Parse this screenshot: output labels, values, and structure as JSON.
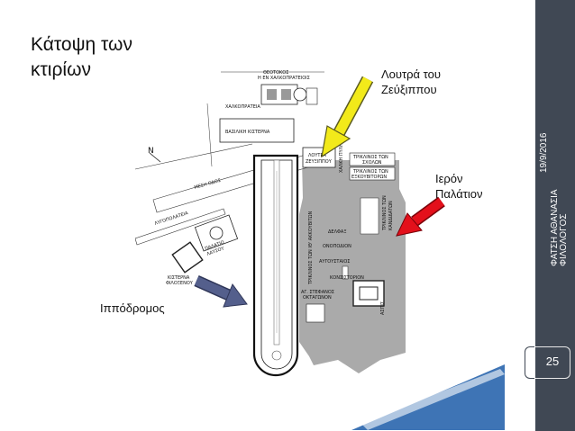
{
  "title_line1": "Κάτοψη των",
  "title_line2": "κτιρίων",
  "labels": {
    "baths_line1": "Λουτρά του",
    "baths_line2": "Ζεύξιππου",
    "palace_line1": "Ιερόν",
    "palace_line2": "Παλάτιον",
    "hippodrome": "Ιππόδρομος"
  },
  "sidebar": {
    "date": "19/9/2016",
    "author_line1": "ΦΑΤΣΗ ΑΘΑΝΑΣΙΑ",
    "author_line2": "ΦΙΛΟΛΟΓΟΣ",
    "page_number": "25"
  },
  "map_labels": {
    "theotokos_1": "ΘΕΟΤΟΚΟΣ",
    "theotokos_2": "Η ΕΝ ΧΑΛΚΟΠΡΑΤΕΙΟΙΣ",
    "chalkoprateia": "ΧΑΛΚΟΠΡΑΤΕΙΑ",
    "cistern": "ΒΑΣΙΛΙΚΗ ΚΙΣΤΕΡΝΑ",
    "north": "N",
    "mese": "ΜΕΣΗ ΟΔΟΣ",
    "lygopolateia": "ΛΥΓΟΠΟΛΑΤΕΙΑ",
    "loutra_1": "ΛΟΥΤΡΑ",
    "loutra_2": "ΖΕΥΞΙΠΠΟΥ",
    "chalki": "ΧΑΛΚΗ ΠΥΛΗ",
    "triklinos_scholon_1": "ΤΡΙΚΛΙΝΟΣ ΤΩΝ",
    "triklinos_scholon_2": "ΣΧΟΛΩΝ",
    "triklinos_exkoubiton_1": "ΤΡΙΚΛΙΝΟΣ ΤΩΝ",
    "triklinos_exkoubiton_2": "ΕΞΚΟΥΒΙΤΟΡΩΝ",
    "triklinos_kandidaton_1": "ΤΡΙΚΛΙΝΟΣ ΤΩΝ",
    "triklinos_kandidaton_2": "ΚΑΝΔΙΔΑΤΩΝ",
    "triklinos_xix": "ΤΡΙΚΛΙΝΟΣ ΤΩΝ ΙΘ' ΑΚΚΟΥΒΙΤΩΝ",
    "delphax": "ΔΕΛΦΑΞ",
    "onopodion": "ΟΝΟΠΟΔΙΟΝ",
    "augustaios": "ΑΥΓΟΥΣΤΑΙΟΣ",
    "konsistorion": "ΚΟΝΣΙΣΤΟΡΙΟΝ",
    "agios_stephanos_1": "ΑΓ. ΣΤΕΦΑΝΟΣ",
    "agios_stephanos_2": "ΟΚΤΑΓΩΝΟΝ",
    "asis": "ΑΣΠΙΣ",
    "kisterna_philoxenou_1": "ΚΙΣΤΕΡΝΑ",
    "kisterna_philoxenou_2": "ΦΙΛΟΞΕΝΟΥ",
    "palation_lausou_1": "ΠΑΛΑΤΙΟ",
    "palation_lausou_2": "ΛΑΥΣΟΥ"
  },
  "colors": {
    "sidebar": "#404854",
    "palace_area": "#aaaaaa",
    "arrow_yellow": "#f2ea1a",
    "arrow_red": "#e3101b",
    "arrow_blue": "#545f8c",
    "water": "#3e74b5"
  }
}
